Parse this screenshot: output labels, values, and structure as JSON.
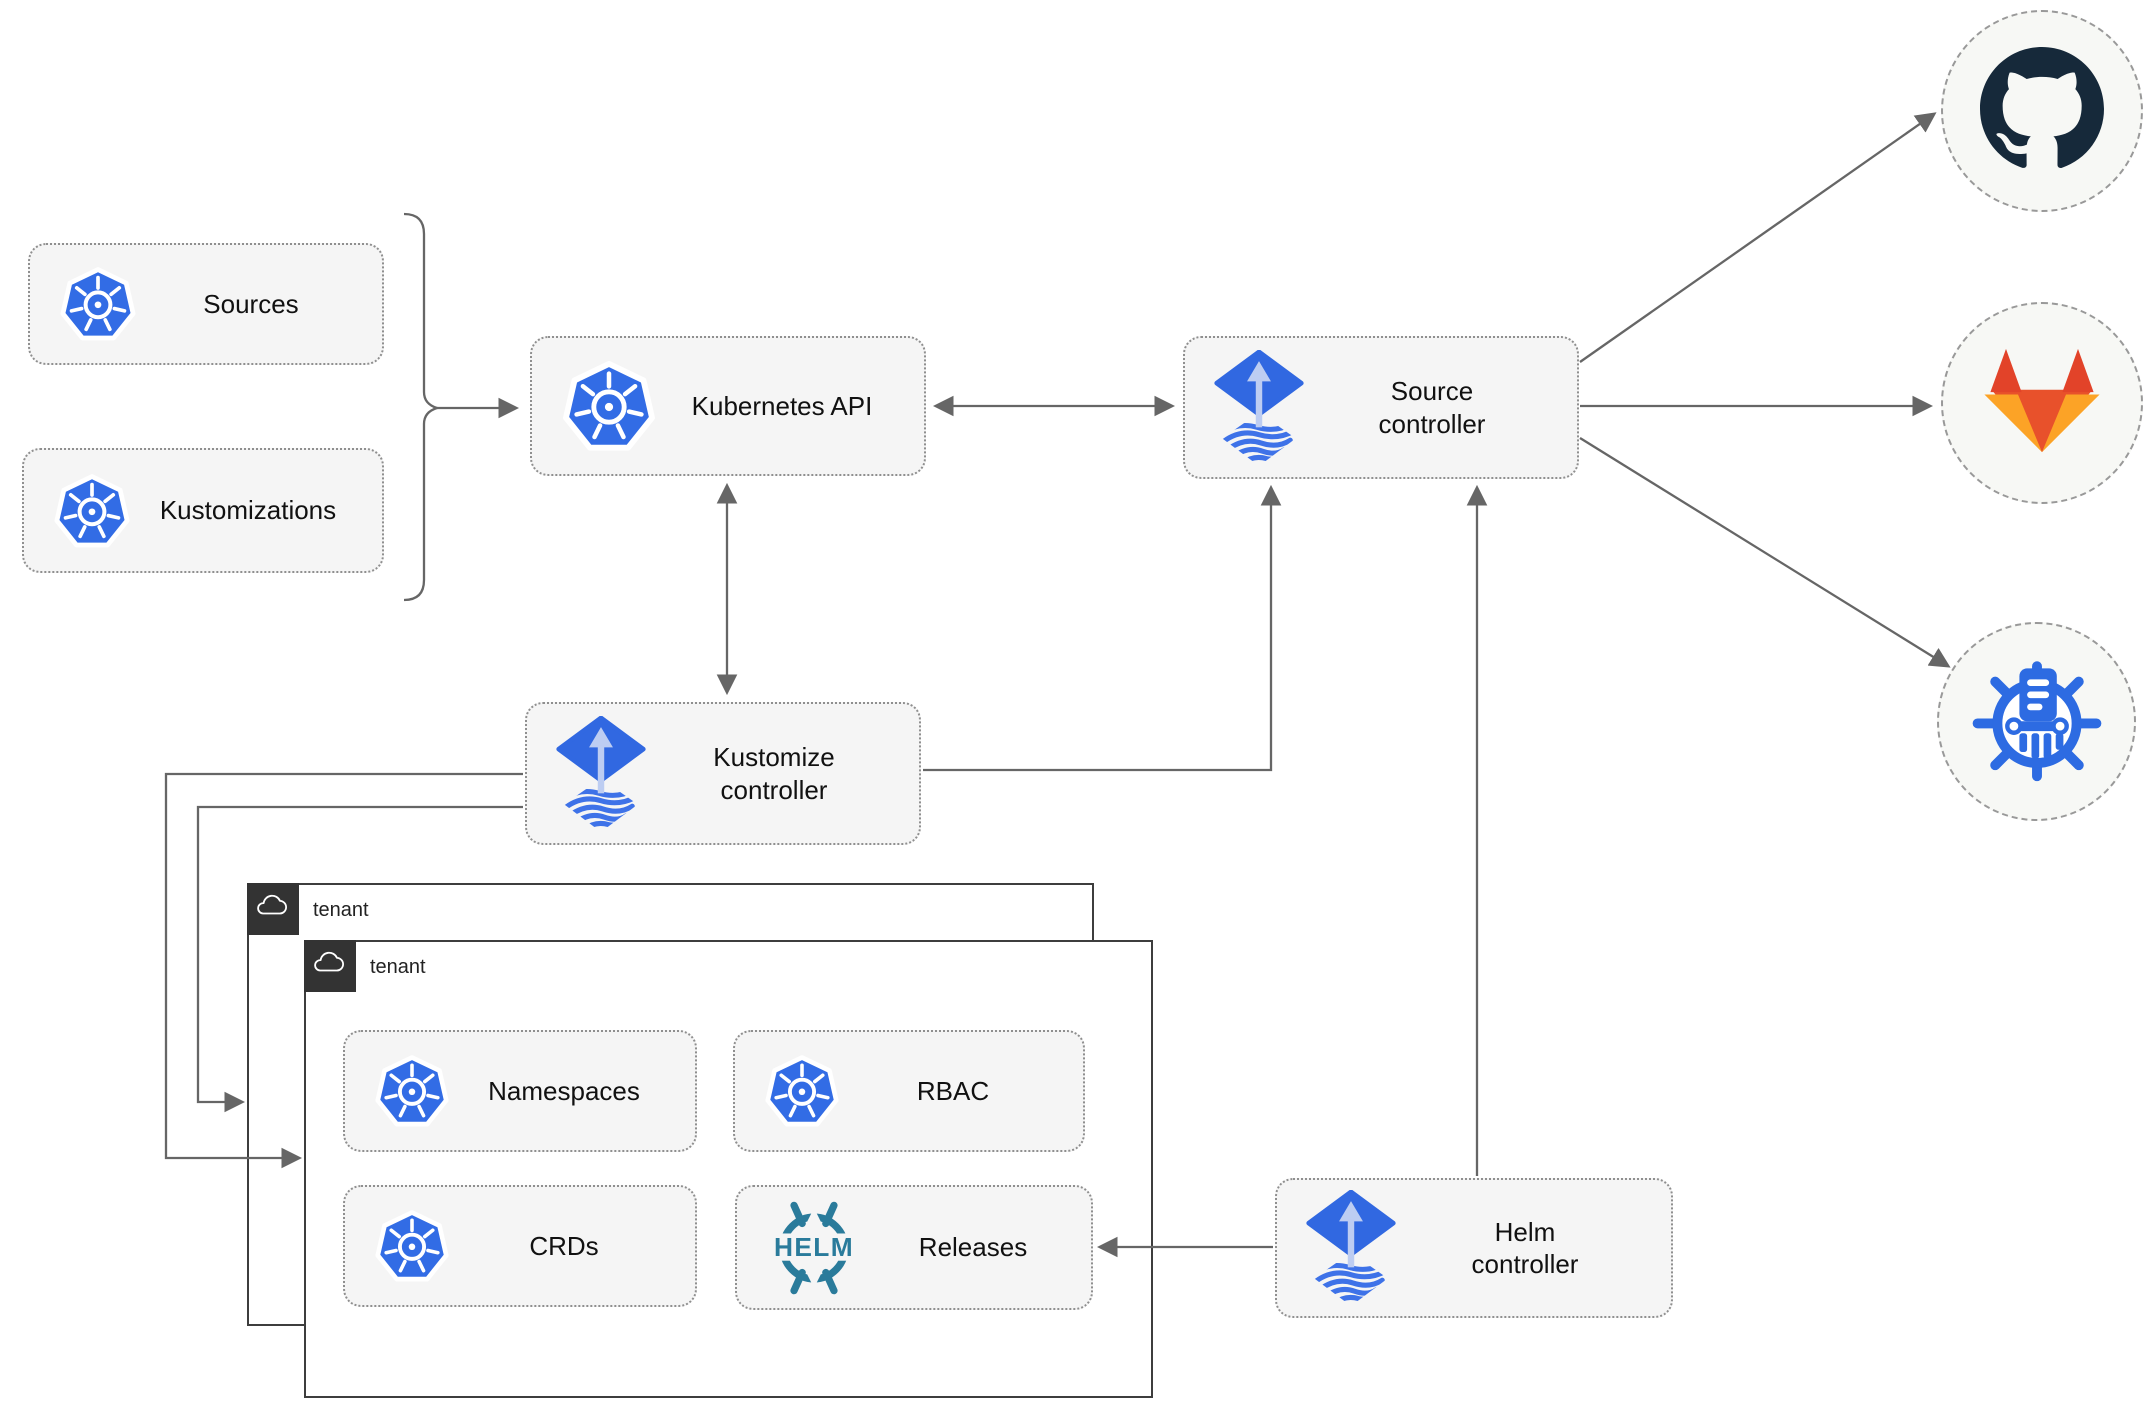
{
  "nodes": {
    "sources": {
      "label": "Sources"
    },
    "kustomizations": {
      "label": "Kustomizations"
    },
    "kubernetes_api": {
      "label": "Kubernetes API"
    },
    "source_controller": {
      "label": "Source controller"
    },
    "kustomize_controller": {
      "label": "Kustomize controller"
    },
    "helm_controller": {
      "label": "Helm controller"
    },
    "namespaces": {
      "label": "Namespaces"
    },
    "rbac": {
      "label": "RBAC"
    },
    "crds": {
      "label": "CRDs"
    },
    "releases": {
      "label": "Releases"
    }
  },
  "containers": {
    "tenant_outer": {
      "label": "tenant"
    },
    "tenant_inner": {
      "label": "tenant"
    }
  },
  "icons": {
    "kubernetes": "kubernetes-icon",
    "flux": "flux-icon",
    "helm": "helm-icon",
    "helm_text": "HELM",
    "cloud": "cloud-icon",
    "github": "github-icon",
    "gitlab": "gitlab-icon",
    "chartmuseum": "chartmuseum-icon"
  },
  "colors": {
    "kubernetes_blue": "#326CE5",
    "flux_blue": "#3168E1",
    "flux_light": "#BDCDF2",
    "helm_teal": "#2A7B9B",
    "github_dark": "#16293A",
    "gitlab_red": "#E24329",
    "gitlab_orange": "#E8512B",
    "gitlab_amber": "#FCA326",
    "chartmuseum_blue": "#2D6BE2",
    "node_fill": "#f5f5f5",
    "node_border": "#8f8f8f",
    "edge_gray": "#666666",
    "tenant_border": "#3d3d3d",
    "tenant_tab": "#333333"
  }
}
